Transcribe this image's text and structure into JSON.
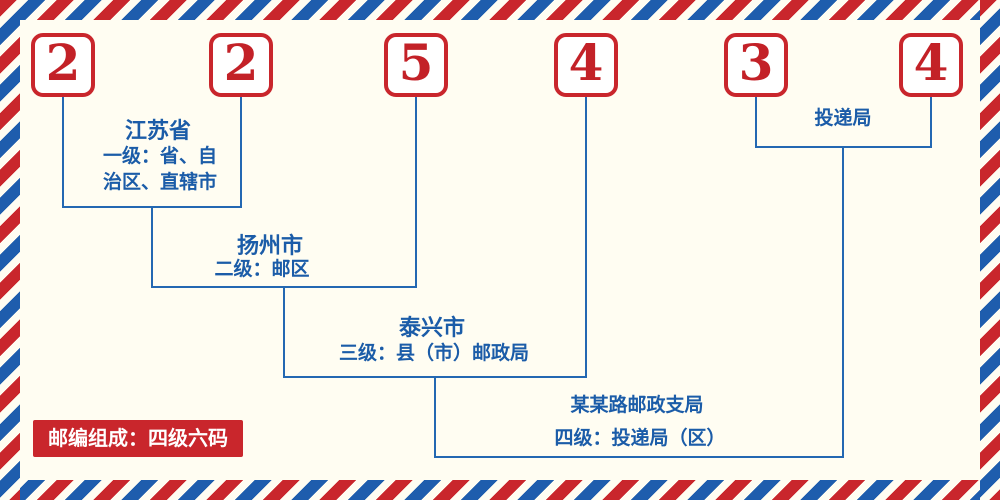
{
  "digits": [
    "2",
    "2",
    "5",
    "4",
    "3",
    "4"
  ],
  "labels": {
    "province": {
      "name": "江苏省",
      "desc_line1": "一级：省、自",
      "desc_line2": "治区、直辖市"
    },
    "city": {
      "name": "扬州市",
      "desc": "二级：邮区"
    },
    "county": {
      "name": "泰兴市",
      "desc": "三级：县（市）邮政局"
    },
    "delivery": {
      "name": "投递局"
    },
    "branch": {
      "name": "某某路邮政支局",
      "desc": "四级：投递局（区）"
    }
  },
  "badge": {
    "text": "邮编组成：四级六码"
  },
  "colors": {
    "red": "#c9262c",
    "blue": "#1e5dad",
    "digit_red": "#c32127",
    "line_blue": "#2468b2",
    "background": "#fffdf2"
  }
}
